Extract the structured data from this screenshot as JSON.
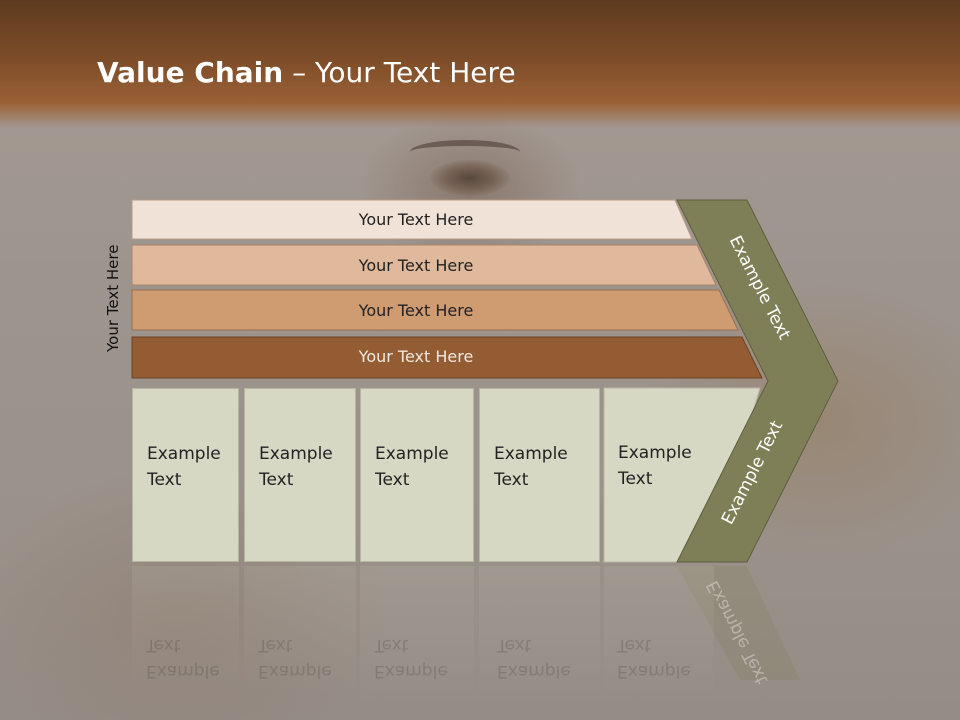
{
  "slide": {
    "title_bold": "Value Chain",
    "title_rest": " – Your Text Here",
    "side_label": "Your Text Here",
    "bars": [
      {
        "label": "Your Text Here",
        "color": "#f0e2d6"
      },
      {
        "label": "Your Text Here",
        "color": "#e0b89b"
      },
      {
        "label": "Your Text Here",
        "color": "#cf9b71"
      },
      {
        "label": "Your Text Here",
        "color": "#935c33"
      }
    ],
    "cards": [
      {
        "line1": "Example",
        "line2": "Text"
      },
      {
        "line1": "Example",
        "line2": "Text"
      },
      {
        "line1": "Example",
        "line2": "Text"
      },
      {
        "line1": "Example",
        "line2": "Text"
      },
      {
        "line1": "Example",
        "line2": "Text"
      }
    ],
    "chevron_upper_label": "Example Text",
    "chevron_lower_label": "Example Text",
    "chevron_color": "#7e7f57",
    "card_color": "#d7d8c3"
  }
}
